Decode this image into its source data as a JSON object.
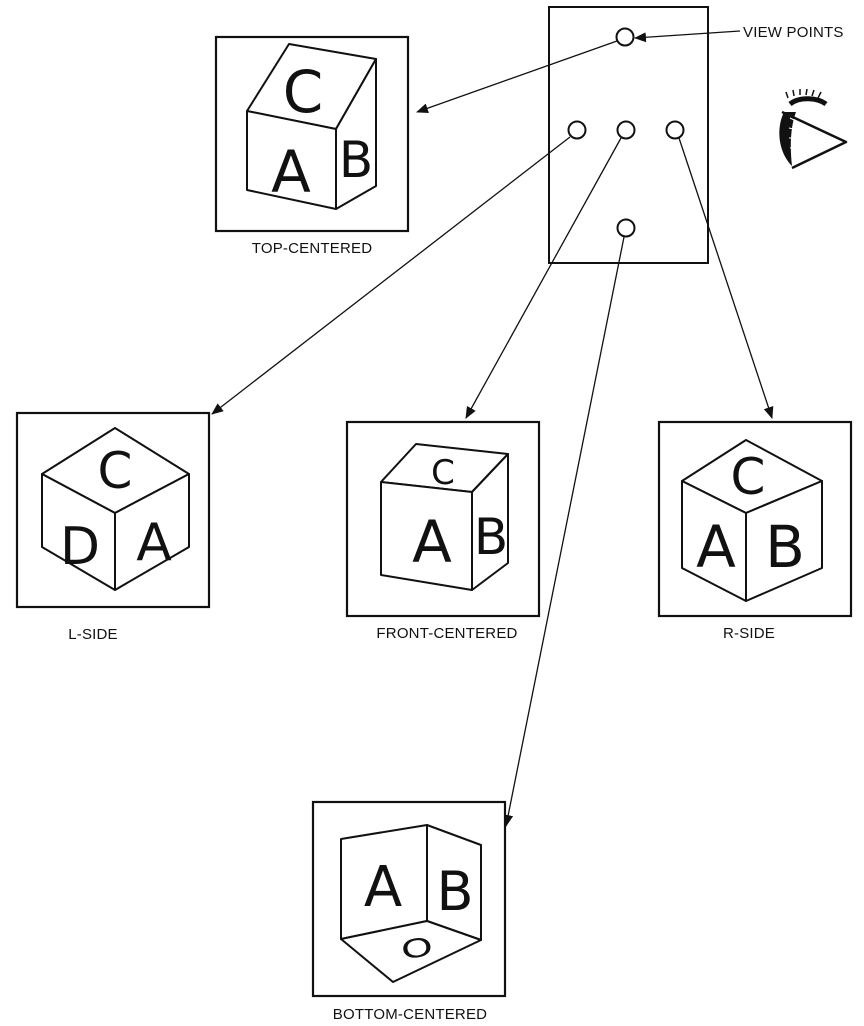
{
  "labels": {
    "view_points": "VIEW POINTS",
    "top_centered": "TOP-CENTERED",
    "l_side": "L-SIDE",
    "front_centered": "FRONT-CENTERED",
    "r_side": "R-SIDE",
    "bottom_centered": "BOTTOM-CENTERED"
  },
  "cube_letters": {
    "top_centered": {
      "top": "C",
      "front": "A",
      "right": "B"
    },
    "l_side": {
      "top": "C",
      "left": "D",
      "right": "A"
    },
    "front_centered": {
      "top": "C",
      "front": "A",
      "right": "B"
    },
    "r_side": {
      "top": "C",
      "left": "A",
      "right": "B"
    },
    "bottom_centered": {
      "left": "A",
      "right": "B",
      "bottom": "O"
    }
  }
}
